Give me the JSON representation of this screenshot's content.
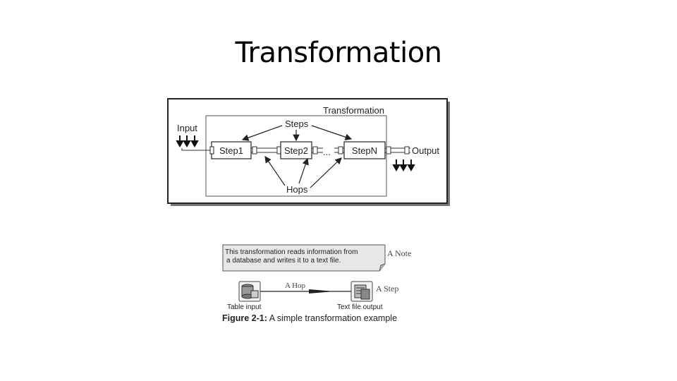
{
  "slide": {
    "title": "Transformation"
  },
  "diagram1": {
    "frame_label": "Transformation",
    "input_label": "Input",
    "output_label": "Output",
    "steps_label": "Steps",
    "hops_label": "Hops",
    "ellipsis": "...",
    "steps": [
      "Step1",
      "Step2",
      "StepN"
    ]
  },
  "diagram2": {
    "note_text_line1": "This transformation reads information from",
    "note_text_line2": "a database and writes it to a text file.",
    "note_label": "A Note",
    "hop_label": "A Hop",
    "step_label": "A Step",
    "table_input_label": "Table input",
    "text_output_label": "Text file output",
    "caption_bold": "Figure 2-1:",
    "caption_rest": " A simple transformation example"
  }
}
